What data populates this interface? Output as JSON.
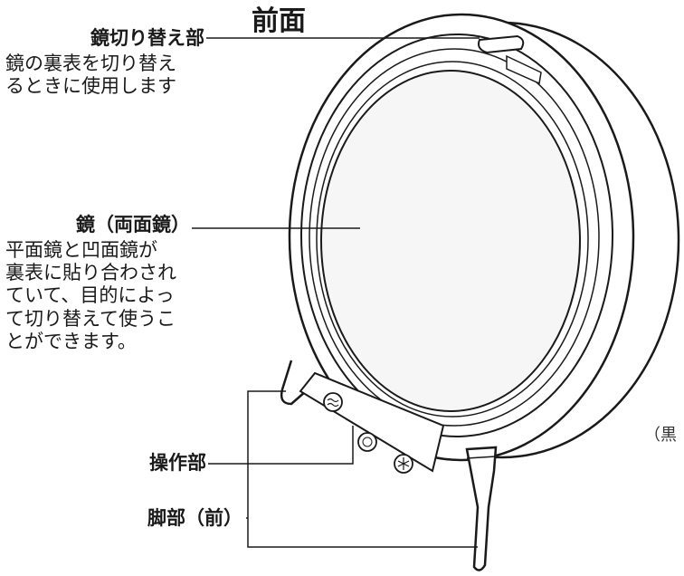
{
  "title": "前面",
  "callouts": [
    {
      "label": "鏡切り替え部",
      "description": "鏡の裏表を切り替え\nるときに使用します"
    },
    {
      "label": "鏡（両面鏡）",
      "description": "平面鏡と凹面鏡が\n裏表に貼り合わされ\nていて、目的によっ\nて切り替えて使うこ\nとができます。"
    },
    {
      "label": "操作部",
      "description": ""
    },
    {
      "label": "脚部（前）",
      "description": ""
    }
  ],
  "side_note": "（黒"
}
